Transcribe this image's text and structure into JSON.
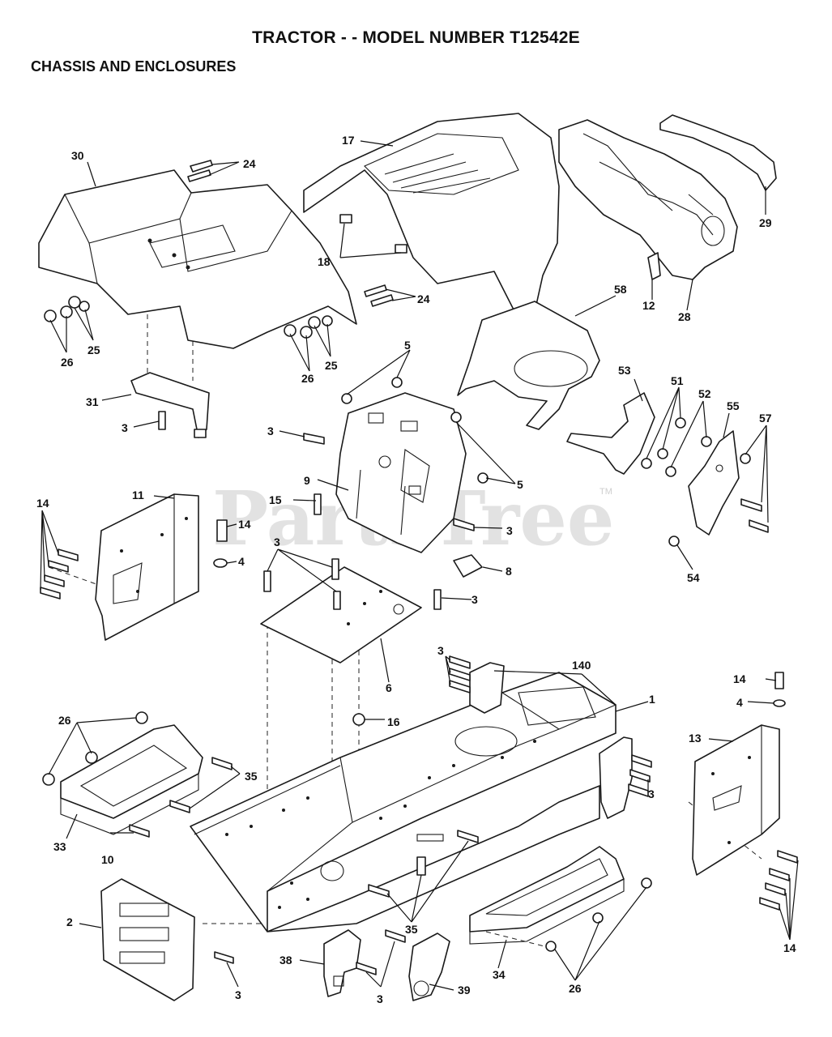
{
  "header": {
    "title": "TRACTOR - - MODEL NUMBER T12542E",
    "section": "CHASSIS AND ENCLOSURES"
  },
  "watermark": {
    "text": "PartsTree",
    "trademark": "TM"
  },
  "callouts": {
    "c30": "30",
    "c24a": "24",
    "c17": "17",
    "c29": "29",
    "c18": "18",
    "c24b": "24",
    "c12": "12",
    "c28": "28",
    "c58": "58",
    "c26a": "26",
    "c25a": "25",
    "c26b": "26",
    "c25b": "25",
    "c5a": "5",
    "c31": "31",
    "c3a": "3",
    "c3b": "3",
    "c53": "53",
    "c51": "51",
    "c52": "52",
    "c55": "55",
    "c57": "57",
    "c9": "9",
    "c5b": "5",
    "c11": "11",
    "c15": "15",
    "c14a": "14",
    "c14b": "14",
    "c4a": "4",
    "c3c": "3",
    "c3d": "3",
    "c8": "8",
    "c54": "54",
    "c3e": "3",
    "c6": "6",
    "c3f": "3",
    "c140": "140",
    "c1": "1",
    "c14c": "14",
    "c4b": "4",
    "c16": "16",
    "c26c": "26",
    "c13": "13",
    "c35a": "35",
    "c3g": "3",
    "c33": "33",
    "c10": "10",
    "c2": "2",
    "c35b": "35",
    "c3h": "3",
    "c38": "38",
    "c3i": "3",
    "c39": "39",
    "c34": "34",
    "c26d": "26",
    "c14d": "14"
  }
}
